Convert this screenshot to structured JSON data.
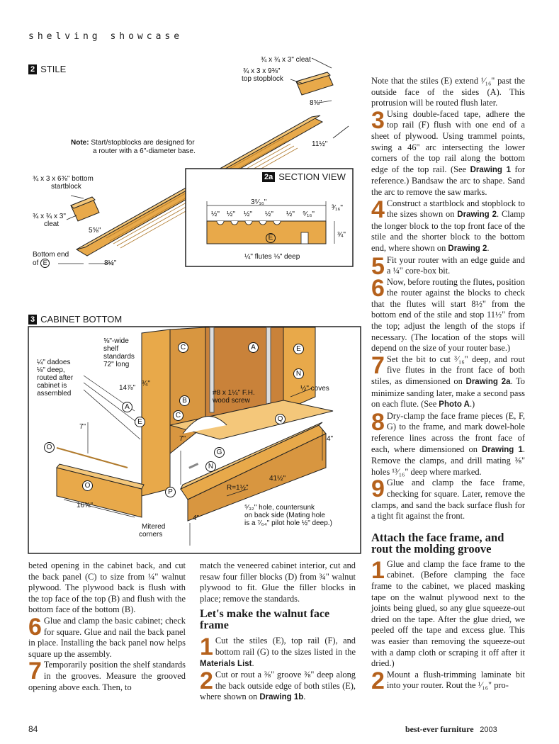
{
  "running_head": "shelving showcase",
  "fig2": {
    "number": "2",
    "title": "STILE",
    "note_label": "Note:",
    "note_text": "Start/stopblocks are designed for a router with a 6\"-diameter base.",
    "note_line2": "a router with a 6\"-diameter base.",
    "cleat_top": "¾ x ¾ x 3\" cleat",
    "top_stopblock_1": "¾ x 3 x 9⅜\"",
    "top_stopblock_2": "top stopblock",
    "dim_85_8": "8⅝\"",
    "dim_11_5": "11½\"",
    "bottom_startblock_1": "¾ x 3 x 6⅜\" bottom",
    "bottom_startblock_2": "startblock",
    "cleat_bottom_1": "¾ x ¾ x 3\"",
    "cleat_bottom_2": "cleat",
    "dim_55_8": "5⅝\"",
    "bottom_end_1": "Bottom end",
    "bottom_end_2": "of",
    "bottom_end_ref": "E",
    "dim_8_5": "8½\""
  },
  "fig2a": {
    "number": "2a",
    "title": "SECTION VIEW",
    "dim_overall": "3⁵⁄₁₆\"",
    "spacing": [
      "½\"",
      "½\"",
      "½\"",
      "½\"",
      "½\"",
      "⁹⁄₁₆\""
    ],
    "dim_depth": "³⁄₁₆\"",
    "dim_thick": "¾\"",
    "part_ref": "E",
    "flutes": "¼\" flutes ⅛\" deep"
  },
  "fig3": {
    "number": "3",
    "title": "CABINET BOTTOM",
    "standards": [
      "⅝\"-wide",
      "shelf",
      "standards",
      "72\" long"
    ],
    "dadoes": [
      "¼\" dadoes",
      "⅛\" deep,",
      "routed after",
      "cabinet is",
      "assembled"
    ],
    "dim_147_8": "14⅞\"",
    "dim_3_4": "¾\"",
    "screw": [
      "#8 x 1¼\" F.H.",
      "wood screw"
    ],
    "coves": "½\" coves",
    "dim_7_left": "7\"",
    "dim_7_center": "7\"",
    "dim_4_right": "4\"",
    "dim_41_5": "41½\"",
    "radius": "R=1½\"",
    "hole": [
      "⁵⁄₃₂\" hole, countersunk",
      "on back side (Mating hole",
      "is a ⁷⁄₆₄\" pilot hole ½\" deep.)"
    ],
    "dim_163_8": "16⅜\"",
    "dim_4_bottom": "4\"",
    "mitered": [
      "Mitered",
      "corners"
    ],
    "refs": {
      "c1": "C",
      "a1": "A",
      "e1": "E",
      "n1": "N",
      "a2": "A",
      "b": "B",
      "e2": "E",
      "c2": "C",
      "q1": "Q",
      "o1": "O",
      "g": "G",
      "n2": "N",
      "o2": "O",
      "p": "P"
    }
  },
  "col1": {
    "para1": "beted opening in the cabinet back, and cut the back panel (C) to size from ¼\" walnut plywood. The plywood back is flush with the top face of the top (B) and flush with the bottom face of the bottom (B).",
    "step6_num": "6",
    "step6": "Glue and clamp the basic cabinet; check for square. Glue and nail the back panel in place. Installing the back panel now helps square up the assembly.",
    "step7_num": "7",
    "step7": "Temporarily position the shelf standards in the grooves. Measure the grooved opening above each. Then, to"
  },
  "col2": {
    "para1": "match the veneered cabinet interior, cut and resaw four filler blocks (D) from ¾\" walnut plywood to fit. Glue the filler blocks in place; remove the standards.",
    "heading": "Let's make the walnut face frame",
    "step1_num": "1",
    "step1_a": "Cut the stiles (E), top rail (F), and bottom rail (G) to the sizes listed in the ",
    "step1_bold": "Materials List",
    "step1_b": ".",
    "step2_num": "2",
    "step2_a": "Cut or rout a ⅜\" groove ⅜\" deep along the back outside edge of both stiles (E), where shown on ",
    "step2_bold": "Drawing 1b",
    "step2_b": "."
  },
  "col3": {
    "para1": "Note that the stiles (E) extend ¹⁄₁₆\" past the outside face of the sides (A). This protrusion will be routed flush later.",
    "step3_num": "3",
    "step3_a": "Using double-faced tape, adhere the top rail (F) flush with one end of a sheet of plywood. Using trammel points, swing a 46\" arc intersecting the lower corners of the top rail along the bottom edge of the top rail. (See ",
    "step3_bold": "Drawing 1",
    "step3_b": " for reference.) Bandsaw the arc to shape. Sand the arc to remove the saw marks.",
    "step4_num": "4",
    "step4_a": "Construct a startblock and stopblock to the sizes shown on ",
    "step4_bold1": "Drawing 2",
    "step4_b": ". Clamp the longer block to the top front face of the stile and the shorter block to the bottom end, where shown on ",
    "step4_bold2": "Drawing 2",
    "step4_c": ".",
    "step5_num": "5",
    "step5": "Fit your router with an edge guide and a ¼\" core-box bit.",
    "step6_num": "6",
    "step6": "Now, before routing the flutes, position the router against the blocks to check that the flutes will start 8½\" from the bottom end of the stile and stop 11½\" from the top; adjust the length of the stops if necessary. (The location of the stops will depend on the size of your router base.)",
    "step7_num": "7",
    "step7_a": "Set the bit to cut ³⁄₁₆\" deep, and rout five flutes in the front face of both stiles, as dimensioned on ",
    "step7_bold1": "Drawing 2a",
    "step7_b": ". To minimize sanding later, make a second pass on each flute. (See ",
    "step7_bold2": "Photo A",
    "step7_c": ".)",
    "step8_num": "8",
    "step8_a": "Dry-clamp the face frame pieces (E, F, G) to the frame, and mark dowel-hole reference lines across the front face of each, where dimensioned on ",
    "step8_bold": "Drawing 1",
    "step8_b": ". Remove the clamps, and drill mating ⅜\" holes ¹³⁄₁₆\" deep where marked.",
    "step9_num": "9",
    "step9": "Glue and clamp the face frame, checking for square. Later, remove the clamps, and sand the back surface flush for a tight fit against the front.",
    "heading": "Attach the face frame, and rout the molding groove",
    "stepB1_num": "1",
    "stepB1": "Glue and clamp the face frame to the cabinet. (Before clamping the face frame to the cabinet, we placed masking tape on the walnut plywood next to the joints being glued, so any glue squeeze-out dried on the tape. After the glue dried, we peeled off the tape and excess glue. This was easier than removing the squeeze-out with a damp cloth or scraping it off after it dried.)",
    "stepB2_num": "2",
    "stepB2": "Mount a flush-trimming laminate bit into your router. Rout the ¹⁄₁₆\" pro-"
  },
  "footer": {
    "page_number": "84",
    "publication": "best-ever furniture",
    "year": "2003"
  }
}
